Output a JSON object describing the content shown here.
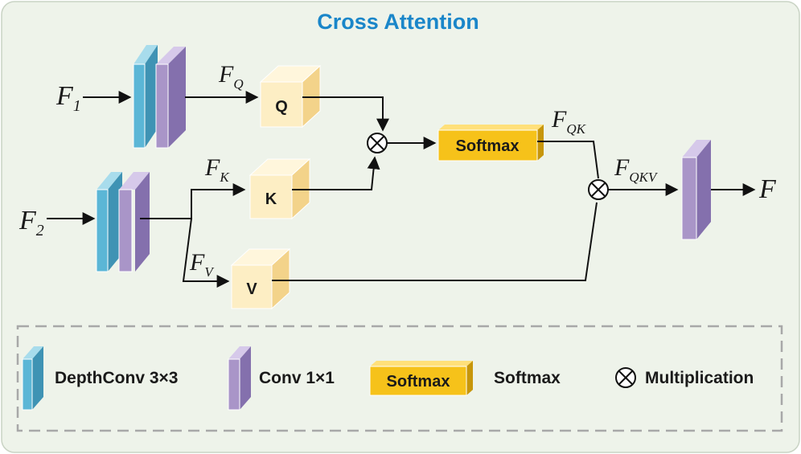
{
  "title": "Cross Attention",
  "inputs": {
    "f1": {
      "main": "F",
      "sub": "1"
    },
    "f2": {
      "main": "F",
      "sub": "2"
    }
  },
  "features": {
    "fq": {
      "main": "F",
      "sub": "Q"
    },
    "fk": {
      "main": "F",
      "sub": "K"
    },
    "fv": {
      "main": "F",
      "sub": "V"
    },
    "fqk": {
      "main": "F",
      "sub": "QK"
    },
    "fqkv": {
      "main": "F",
      "sub": "QKV"
    },
    "out": {
      "main": "F",
      "sub": ""
    }
  },
  "cubes": {
    "q": "Q",
    "k": "K",
    "v": "V"
  },
  "softmax": "Softmax",
  "legend": {
    "depthconv": "DepthConv 3×3",
    "conv": "Conv 1×1",
    "softmax_box": "Softmax",
    "softmax_label": "Softmax",
    "multiplication": "Multiplication"
  },
  "colors": {
    "background": "#eef3ea",
    "title": "#1a86c9",
    "depthconv": "#5bb6d6",
    "conv": "#a995c8",
    "cube": "#fdeec4",
    "softmax": "#f6c21a"
  }
}
